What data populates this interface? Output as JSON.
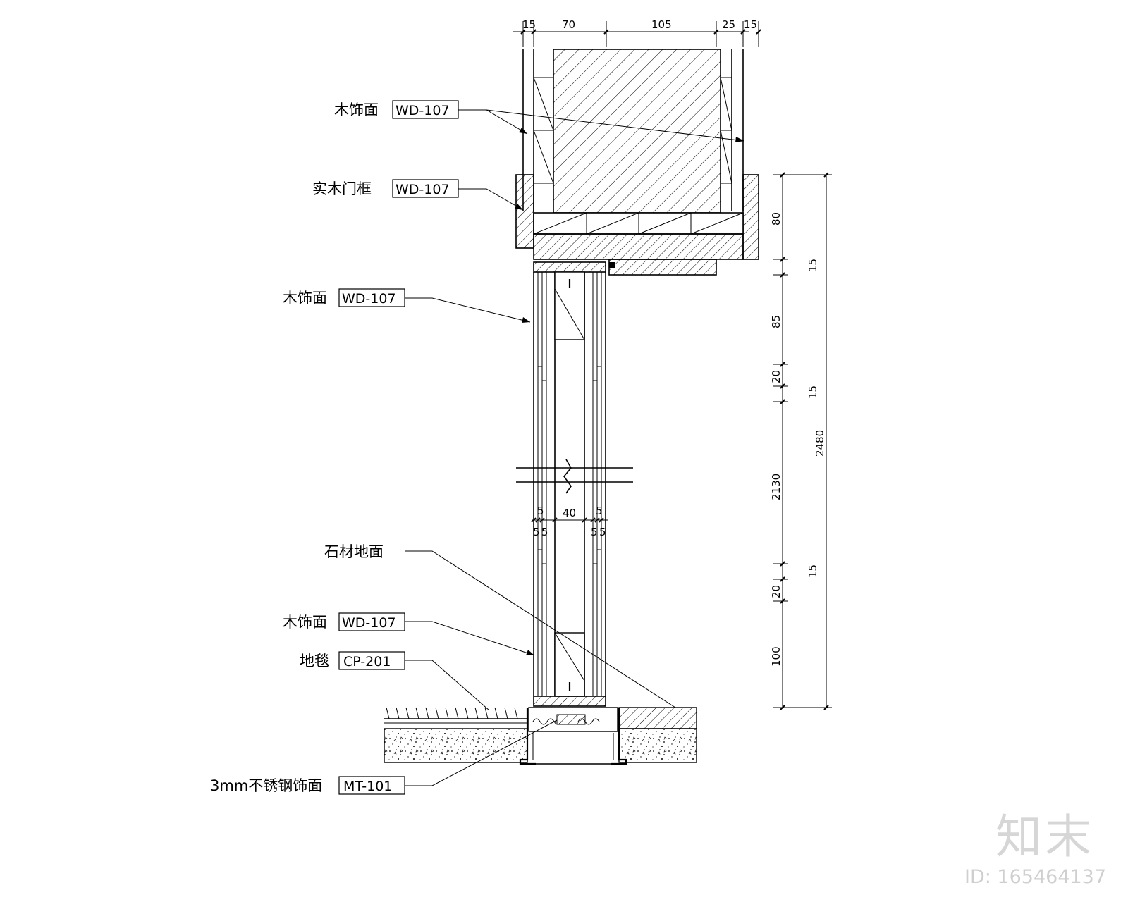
{
  "labels": {
    "wood_top": "木饰面",
    "wood_top_code": "WD-107",
    "frame": "实木门框",
    "frame_code": "WD-107",
    "wood_mid": "木饰面",
    "wood_mid_code": "WD-107",
    "stone": "石材地面",
    "wood_low": "木饰面",
    "wood_low_code": "WD-107",
    "carpet": "地毯",
    "carpet_code": "CP-201",
    "steel": "3mm不锈钢饰面",
    "steel_code": "MT-101"
  },
  "top_dims": [
    "15",
    "70",
    "105",
    "25",
    "15"
  ],
  "right_dims": {
    "d80": "80",
    "d15a": "15",
    "d85": "85",
    "d20a": "20",
    "d15b": "15",
    "d2130": "2130",
    "d15c": "15",
    "d20b": "20",
    "d100": "100",
    "total": "2480"
  },
  "inner_dims": {
    "w40": "40",
    "s5": "5"
  },
  "watermark": {
    "brand": "知末",
    "id": "ID: 165464137"
  }
}
